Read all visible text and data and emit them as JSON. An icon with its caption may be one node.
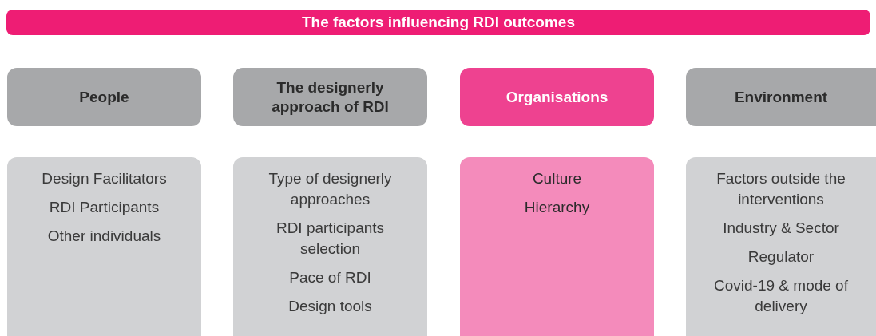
{
  "diagram": {
    "title": "The factors influencing RDI outcomes",
    "nodes": [
      {
        "text": [
          "People"
        ]
      },
      {
        "text": [
          "The designerly approach of RDI"
        ]
      },
      {
        "text": [
          "Organisations"
        ]
      },
      {
        "text": [
          "Environment"
        ]
      },
      {
        "text": [
          "Design Facilitators",
          "RDI Participants",
          "Other individuals"
        ]
      },
      {
        "text": [
          "Type of designerly approaches",
          "RDI participants selection",
          "Pace of RDI",
          "Design tools"
        ]
      },
      {
        "text": [
          "Culture",
          "Hierarchy"
        ]
      },
      {
        "text": [
          "Factors outside the interventions",
          "Industry & Sector",
          "Regulator",
          "Covid-19 & mode of delivery"
        ]
      }
    ]
  }
}
